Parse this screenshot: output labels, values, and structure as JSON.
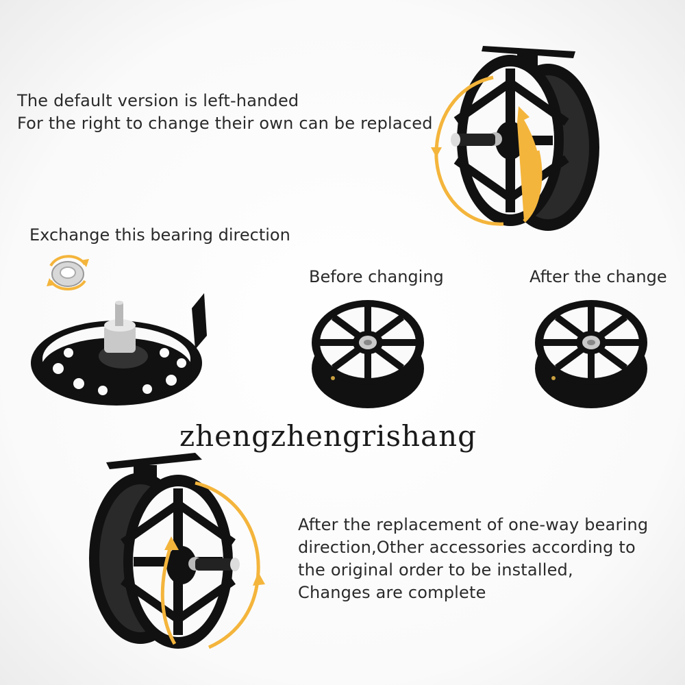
{
  "intro": {
    "line1": "The default version is left-handed",
    "line2": "For the right to change their own can be replaced"
  },
  "bearing_label": "Exchange this bearing direction",
  "before_label": "Before changing",
  "after_label": "After the change",
  "watermark": "zhengzhengrishang",
  "outro": {
    "line1": "After the replacement of one-way bearing",
    "line2": "direction,Other accessories according to",
    "line3": "the original order to be installed,",
    "line4": "Changes are complete"
  },
  "colors": {
    "reel_body": "#111111",
    "arrow": "#f4b53c",
    "metal": "#c9c9c9"
  }
}
